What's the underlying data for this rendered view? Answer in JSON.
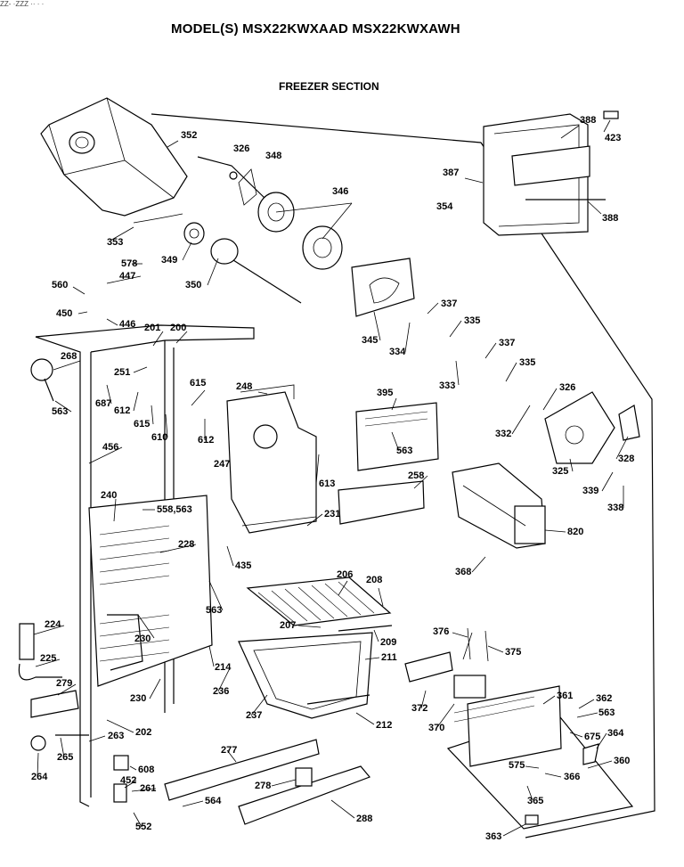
{
  "header": {
    "top_scrap": "ZZ- ·ZZZ ·· · ·",
    "model_title": "MODEL(S) MSX22KWXAAD  MSX22KWXAWH",
    "section_title": "FREEZER SECTION"
  },
  "parts": [
    {
      "id": "352",
      "label": "352"
    },
    {
      "id": "326a",
      "label": "326"
    },
    {
      "id": "348",
      "label": "348"
    },
    {
      "id": "346",
      "label": "346"
    },
    {
      "id": "388a",
      "label": "388"
    },
    {
      "id": "423",
      "label": "423"
    },
    {
      "id": "387",
      "label": "387"
    },
    {
      "id": "388b",
      "label": "388"
    },
    {
      "id": "354",
      "label": "354"
    },
    {
      "id": "353",
      "label": "353"
    },
    {
      "id": "349",
      "label": "349"
    },
    {
      "id": "350",
      "label": "350"
    },
    {
      "id": "578",
      "label": "578"
    },
    {
      "id": "447",
      "label": "447"
    },
    {
      "id": "560",
      "label": "560"
    },
    {
      "id": "450",
      "label": "450"
    },
    {
      "id": "446",
      "label": "446"
    },
    {
      "id": "345",
      "label": "345"
    },
    {
      "id": "337a",
      "label": "337"
    },
    {
      "id": "334",
      "label": "334"
    },
    {
      "id": "335a",
      "label": "335"
    },
    {
      "id": "337b",
      "label": "337"
    },
    {
      "id": "333",
      "label": "333"
    },
    {
      "id": "335b",
      "label": "335"
    },
    {
      "id": "326b",
      "label": "326"
    },
    {
      "id": "332",
      "label": "332"
    },
    {
      "id": "201",
      "label": "201"
    },
    {
      "id": "200",
      "label": "200"
    },
    {
      "id": "268",
      "label": "268"
    },
    {
      "id": "251",
      "label": "251"
    },
    {
      "id": "615a",
      "label": "615"
    },
    {
      "id": "248",
      "label": "248"
    },
    {
      "id": "395",
      "label": "395"
    },
    {
      "id": "687",
      "label": "687"
    },
    {
      "id": "612a",
      "label": "612"
    },
    {
      "id": "563a",
      "label": "563"
    },
    {
      "id": "615b",
      "label": "615"
    },
    {
      "id": "610",
      "label": "610"
    },
    {
      "id": "612b",
      "label": "612"
    },
    {
      "id": "563b",
      "label": "563"
    },
    {
      "id": "325",
      "label": "325"
    },
    {
      "id": "328",
      "label": "328"
    },
    {
      "id": "456",
      "label": "456"
    },
    {
      "id": "247",
      "label": "247"
    },
    {
      "id": "613",
      "label": "613"
    },
    {
      "id": "258",
      "label": "258"
    },
    {
      "id": "339",
      "label": "339"
    },
    {
      "id": "338",
      "label": "338"
    },
    {
      "id": "240",
      "label": "240"
    },
    {
      "id": "558-563",
      "label": "558,563"
    },
    {
      "id": "231",
      "label": "231"
    },
    {
      "id": "820",
      "label": "820"
    },
    {
      "id": "228",
      "label": "228"
    },
    {
      "id": "435",
      "label": "435"
    },
    {
      "id": "368",
      "label": "368"
    },
    {
      "id": "563c",
      "label": "563"
    },
    {
      "id": "206",
      "label": "206"
    },
    {
      "id": "208",
      "label": "208"
    },
    {
      "id": "224",
      "label": "224"
    },
    {
      "id": "207",
      "label": "207"
    },
    {
      "id": "230a",
      "label": "230"
    },
    {
      "id": "376",
      "label": "376"
    },
    {
      "id": "375",
      "label": "375"
    },
    {
      "id": "209",
      "label": "209"
    },
    {
      "id": "225",
      "label": "225"
    },
    {
      "id": "211",
      "label": "211"
    },
    {
      "id": "214",
      "label": "214"
    },
    {
      "id": "279",
      "label": "279"
    },
    {
      "id": "230b",
      "label": "230"
    },
    {
      "id": "236",
      "label": "236"
    },
    {
      "id": "361",
      "label": "361"
    },
    {
      "id": "362",
      "label": "362"
    },
    {
      "id": "372",
      "label": "372"
    },
    {
      "id": "563d",
      "label": "563"
    },
    {
      "id": "237",
      "label": "237"
    },
    {
      "id": "212",
      "label": "212"
    },
    {
      "id": "370",
      "label": "370"
    },
    {
      "id": "675",
      "label": "675"
    },
    {
      "id": "364",
      "label": "364"
    },
    {
      "id": "202",
      "label": "202"
    },
    {
      "id": "263",
      "label": "263"
    },
    {
      "id": "265",
      "label": "265"
    },
    {
      "id": "277",
      "label": "277"
    },
    {
      "id": "360",
      "label": "360"
    },
    {
      "id": "608",
      "label": "608"
    },
    {
      "id": "575",
      "label": "575"
    },
    {
      "id": "366",
      "label": "366"
    },
    {
      "id": "264",
      "label": "264"
    },
    {
      "id": "278",
      "label": "278"
    },
    {
      "id": "452",
      "label": "452"
    },
    {
      "id": "261",
      "label": "261"
    },
    {
      "id": "564",
      "label": "564"
    },
    {
      "id": "365",
      "label": "365"
    },
    {
      "id": "288",
      "label": "288"
    },
    {
      "id": "552",
      "label": "552"
    },
    {
      "id": "363",
      "label": "363"
    }
  ]
}
